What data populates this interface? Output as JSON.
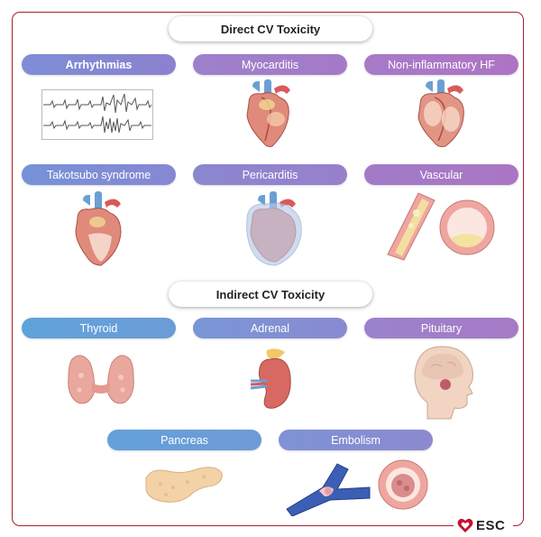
{
  "sections": {
    "direct": {
      "title": "Direct CV Toxicity",
      "items": [
        {
          "label": "Arrhythmias",
          "icon": "ecg-trace-icon"
        },
        {
          "label": "Myocarditis",
          "icon": "heart-icon"
        },
        {
          "label": "Non-inflammatory HF",
          "icon": "heart-icon"
        },
        {
          "label": "Takotsubo syndrome",
          "icon": "heart-icon"
        },
        {
          "label": "Pericarditis",
          "icon": "heart-pericardium-icon"
        },
        {
          "label": "Vascular",
          "icon": "artery-plaque-icon"
        }
      ]
    },
    "indirect": {
      "title": "Indirect CV Toxicity",
      "items": [
        {
          "label": "Thyroid",
          "icon": "thyroid-icon"
        },
        {
          "label": "Adrenal",
          "icon": "kidney-adrenal-icon"
        },
        {
          "label": "Pituitary",
          "icon": "head-brain-icon"
        },
        {
          "label": "Pancreas",
          "icon": "pancreas-icon"
        },
        {
          "label": "Embolism",
          "icon": "vessel-clot-icon"
        }
      ]
    }
  },
  "logo": {
    "text": "ESC",
    "icon": "heart-logo-icon"
  },
  "colors": {
    "frame": "#a61e2e",
    "pill_blue": "#5f9fd8",
    "pill_purple": "#9f79c2",
    "logo_red": "#c4122f"
  }
}
